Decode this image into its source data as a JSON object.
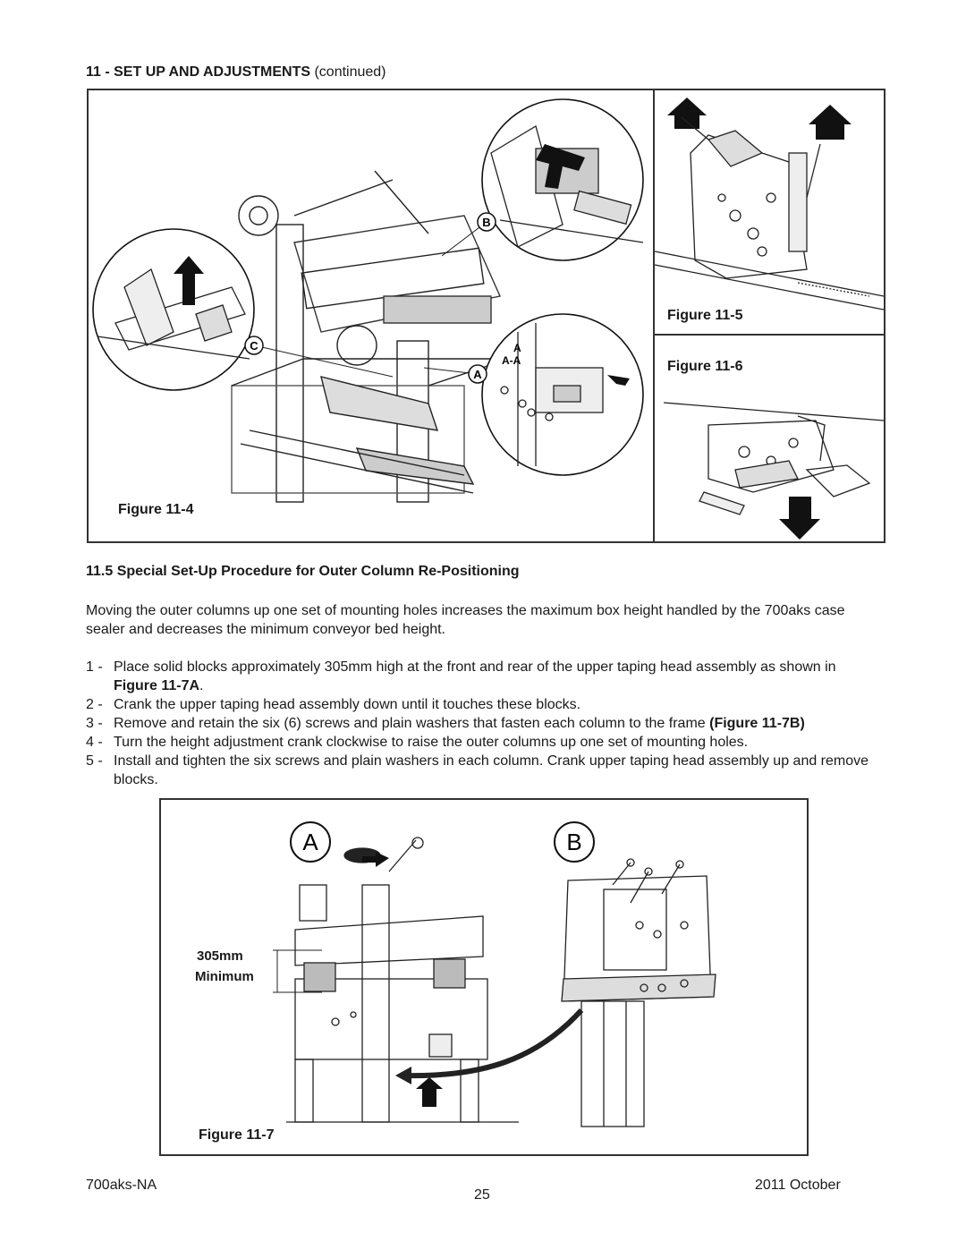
{
  "header": {
    "title_bold": "11 - SET UP AND ADJUSTMENTS",
    "title_suffix": " (continued)"
  },
  "figures": {
    "fig4": {
      "label": "Figure 11-4",
      "callout_a": "A",
      "callout_b": "B",
      "callout_c": "C",
      "section_a": "A",
      "section_aa": "A-A"
    },
    "fig5": {
      "label": "Figure 11-5"
    },
    "fig6": {
      "label": "Figure 11-6"
    },
    "fig7": {
      "label": "Figure 11-7",
      "panel_a": "A",
      "panel_b": "B",
      "dim_value": "305mm",
      "dim_caption": "Minimum"
    }
  },
  "section": {
    "heading": "11.5  Special Set-Up Procedure for Outer Column Re-Positioning",
    "intro": "Moving the outer columns up one set of mounting holes increases the maximum box height handled by the 700aks case sealer and decreases the minimum conveyor bed height.",
    "steps": [
      {
        "num": "1 -",
        "text": "Place solid blocks approximately 305mm high at the front and rear of the upper taping head assembly as shown in ",
        "ref": "Figure 11-7A",
        "after": "."
      },
      {
        "num": "2 -",
        "text": "Crank the upper taping head assembly down until it touches these blocks.",
        "ref": "",
        "after": ""
      },
      {
        "num": "3 -",
        "text": "Remove and retain the six (6) screws and plain washers that fasten each column to the frame ",
        "ref": "(Figure 11-7B)",
        "after": "."
      },
      {
        "num": "4 -",
        "text": "Turn the height adjustment crank clockwise to raise the outer columns up one set of mounting holes.",
        "ref": "",
        "after": ""
      },
      {
        "num": "5 -",
        "text": "Install and tighten the six screws and plain washers in each column. Crank upper taping head assembly up and remove blocks.",
        "ref": "",
        "after": ""
      }
    ]
  },
  "footer": {
    "model": "700aks-NA",
    "page": "25",
    "date": "2011 October"
  }
}
